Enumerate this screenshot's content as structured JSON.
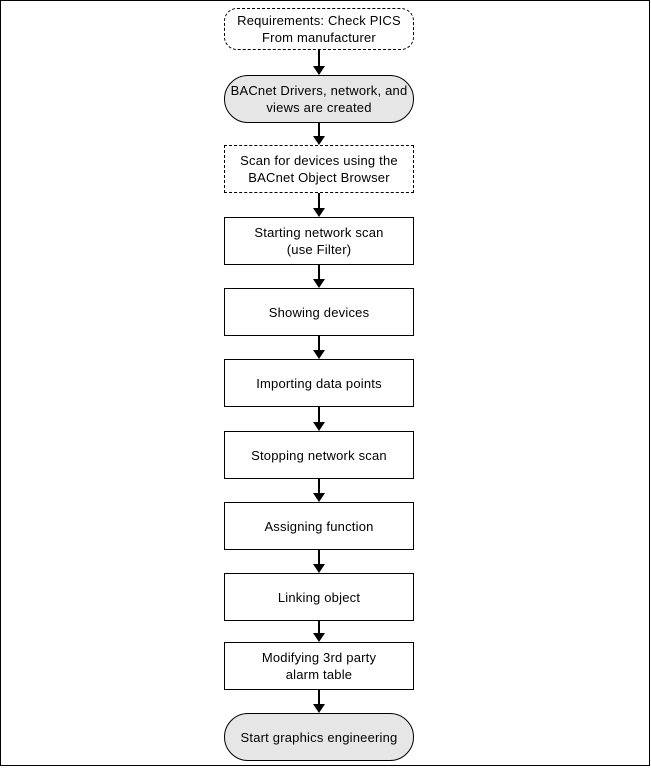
{
  "diagram": {
    "background": "#ffffff",
    "stroke": "#000000",
    "terminator_fill": "#e6e6e6",
    "flow": "linear-vertical"
  },
  "nodes": [
    {
      "id": "requirements",
      "shape": "dashed-rounded",
      "lines": [
        "Requirements: Check PICS",
        "From manufacturer"
      ]
    },
    {
      "id": "drivers-created",
      "shape": "terminator",
      "lines": [
        "BACnet Drivers, network, and",
        "views are created"
      ]
    },
    {
      "id": "scan-for-devices",
      "shape": "dashed-rect",
      "lines": [
        "Scan for devices using the",
        "BACnet Object Browser"
      ]
    },
    {
      "id": "starting-network-scan",
      "shape": "process",
      "lines": [
        "Starting network scan",
        "(use Filter)"
      ]
    },
    {
      "id": "showing-devices",
      "shape": "process",
      "lines": [
        "Showing devices"
      ]
    },
    {
      "id": "importing-data-points",
      "shape": "process",
      "lines": [
        "Importing data points"
      ]
    },
    {
      "id": "stopping-network-scan",
      "shape": "process",
      "lines": [
        "Stopping network scan"
      ]
    },
    {
      "id": "assigning-function",
      "shape": "process",
      "lines": [
        "Assigning function"
      ]
    },
    {
      "id": "linking-object",
      "shape": "process",
      "lines": [
        "Linking object"
      ]
    },
    {
      "id": "modifying-alarm-table",
      "shape": "process",
      "lines": [
        "Modifying 3rd party",
        "alarm table"
      ]
    },
    {
      "id": "start-graphics-engineering",
      "shape": "terminator",
      "lines": [
        "Start graphics engineering"
      ]
    }
  ]
}
